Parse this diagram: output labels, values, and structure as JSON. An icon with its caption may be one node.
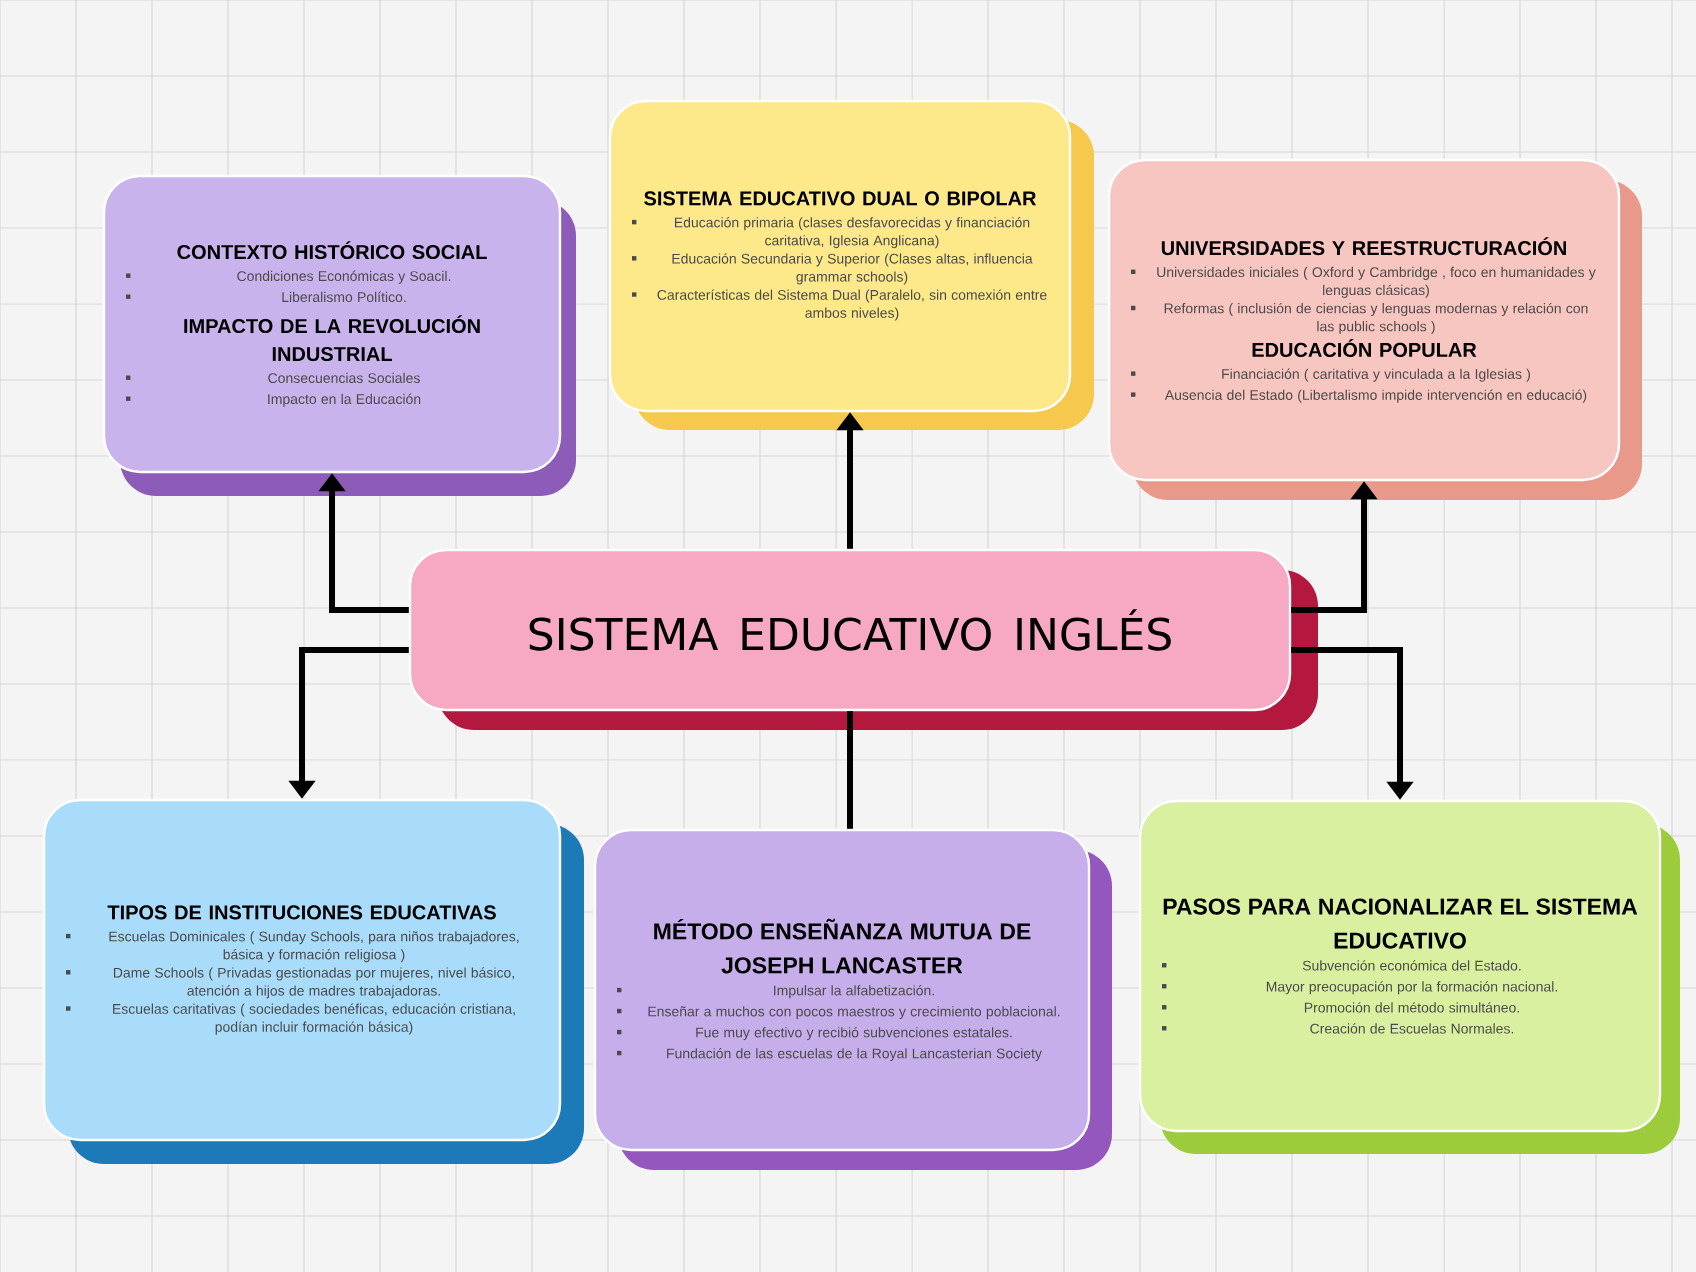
{
  "diagram": {
    "nodes": [
      {
        "text": [
          "SISTEMA EDUCATIVO INGLÉS"
        ]
      },
      {
        "text": [
          "CONTEXTO HISTÓRICO SOCIAL",
          "Condiciones Económicas y Soacil.",
          "Liberalismo Político.",
          "IMPACTO DE LA REVOLUCIÓN INDUSTRIAL",
          "Consecuencias Sociales",
          "Impacto en la Educación"
        ]
      },
      {
        "text": [
          "SISTEMA EDUCATIVO DUAL O BIPOLAR",
          "Educación primaria (clases desfavorecidas y financiación caritativa, Iglesia Anglicana)",
          "Educación Secundaria y Superior (Clases altas, influencia grammar schools)",
          "Características del Sistema Dual (Paralelo, sin comexión entre ambos niveles)"
        ]
      },
      {
        "text": [
          "UNIVERSIDADES Y REESTRUCTURACIÓN",
          "Universidades iniciales ( Oxford y Cambridge , foco en humanidades y lenguas clásicas)",
          "Reformas ( inclusión de ciencias y lenguas modernas y relación con las public schools )",
          "EDUCACIÓN POPULAR",
          "Financiación ( caritativa y vinculada a la Iglesias )",
          "Ausencia del Estado (Libertalismo impide intervención en educació)"
        ]
      },
      {
        "text": [
          "TIPOS DE INSTITUCIONES EDUCATIVAS",
          "Escuelas Dominicales ( Sunday Schools, para niños trabajadores, básica y formación religiosa )",
          "Dame Schools ( Privadas gestionadas por mujeres, nivel básico, atención a hijos de madres trabajadoras.",
          "Escuelas caritativas ( sociedades benéficas, educación cristiana, podían incluir formación básica)"
        ]
      },
      {
        "text": [
          "MÉTODO ENSEÑANZA MUTUA DE JOSEPH LANCASTER",
          "Impulsar la alfabetización.",
          "Enseñar a muchos con pocos maestros y crecimiento poblacional.",
          "Fue muy efectivo y recibió subvenciones estatales.",
          "Fundación de las escuelas de la Royal Lancasterian Society"
        ]
      },
      {
        "text": [
          "PASOS PARA NACIONALIZAR EL SISTEMA EDUCATIVO",
          "Subvención económica del Estado.",
          "Mayor preocupación por la formación nacional.",
          "Promoción del método simultáneo.",
          "Creación de Escuelas Normales."
        ]
      }
    ],
    "edges": [
      {
        "from": 0,
        "to": 1,
        "arrow": "to"
      },
      {
        "from": 0,
        "to": 2,
        "arrow": "to"
      },
      {
        "from": 0,
        "to": 3,
        "arrow": "to"
      },
      {
        "from": 0,
        "to": 4,
        "arrow": "to"
      },
      {
        "from": 0,
        "to": 5,
        "arrow": "none"
      },
      {
        "from": 0,
        "to": 6,
        "arrow": "to"
      }
    ]
  }
}
